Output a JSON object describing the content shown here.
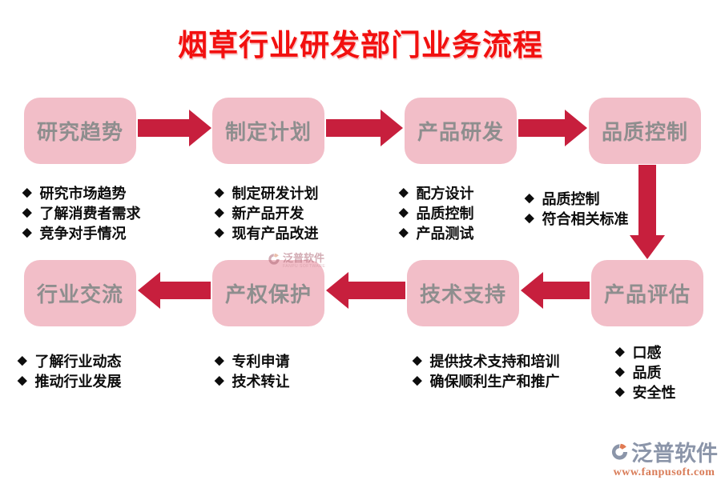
{
  "title": "烟草行业研发部门业务流程",
  "bullet_glyph": "◆",
  "flow": {
    "top_row": [
      {
        "label": "研究趋势",
        "bullets": [
          "研究市场趋势",
          "了解消费者需求",
          "竞争对手情况"
        ]
      },
      {
        "label": "制定计划",
        "bullets": [
          "制定研发计划",
          "新产品开发",
          "现有产品改进"
        ]
      },
      {
        "label": "产品研发",
        "bullets": [
          "配方设计",
          "品质控制",
          "产品测试"
        ]
      },
      {
        "label": "品质控制",
        "bullets": [
          "品质控制",
          "符合相关标准"
        ]
      }
    ],
    "bottom_row": [
      {
        "label": "行业交流",
        "bullets": [
          "了解行业动态",
          "推动行业发展"
        ]
      },
      {
        "label": "产权保护",
        "bullets": [
          "专利申请",
          "技术转让"
        ]
      },
      {
        "label": "技术支持",
        "bullets": [
          "提供技术支持和培训",
          "确保顺利生产和推广"
        ]
      },
      {
        "label": "产品评估",
        "bullets": [
          "口感",
          "品质",
          "安全性"
        ]
      }
    ]
  },
  "watermark": {
    "name": "泛普软件",
    "subname": "FANPU SOFTWARE"
  },
  "footer": {
    "brand": "泛普软件",
    "url": "www.fanpusoft.com"
  },
  "colors": {
    "arrow": "#c71f3d",
    "box_fill": "#f2bec8",
    "box_text": "#8e8e8e",
    "title": "#f2100f",
    "bullet_text": "#0d0d0d",
    "brand_gray": "#8b95a9",
    "brand_orange": "#e07a52"
  }
}
